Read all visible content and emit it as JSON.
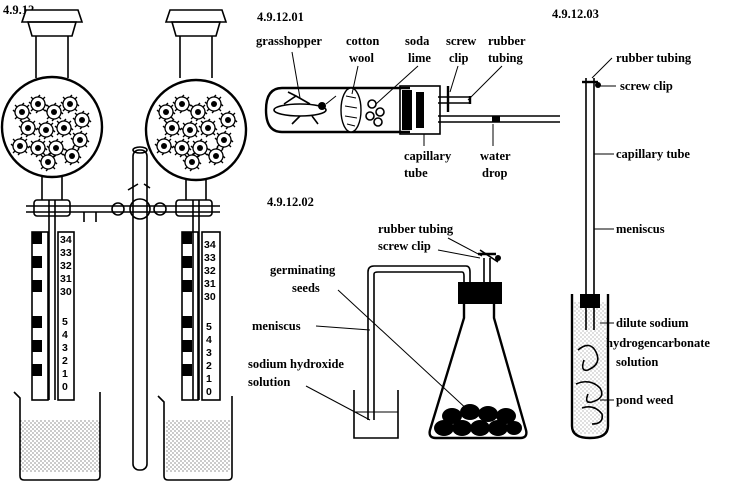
{
  "figures": {
    "main": "4.9.12",
    "top": "4.9.12.01",
    "bottom": "4.9.12.02",
    "right": "4.9.12.03"
  },
  "scale_upper": [
    "34",
    "33",
    "32",
    "31",
    "30"
  ],
  "scale_lower": [
    "5",
    "4",
    "3",
    "2",
    "1",
    "0"
  ],
  "fig01": {
    "grasshopper": "grasshopper",
    "cotton_1": "cotton",
    "cotton_2": "wool",
    "soda_1": "soda",
    "soda_2": "lime",
    "screw_1": "screw",
    "screw_2": "clip",
    "rubber_1": "rubber",
    "rubber_2": "tubing",
    "capillary_1": "capillary",
    "capillary_2": "tube",
    "water_1": "water",
    "water_2": "drop"
  },
  "fig02": {
    "rubber_tubing": "rubber tubing",
    "screw_clip": "screw clip",
    "germinating_1": "germinating",
    "germinating_2": "seeds",
    "meniscus": "meniscus",
    "naoh_1": "sodium hydroxide",
    "naoh_2": "solution"
  },
  "fig03": {
    "rubber_tubing": "rubber tubing",
    "screw_clip": "screw clip",
    "capillary_tube": "capillary tube",
    "meniscus": "meniscus",
    "dilute_1": "dilute sodium",
    "dilute_2": "hydrogencarbonate",
    "dilute_3": "solution",
    "pond_weed": "pond weed"
  }
}
